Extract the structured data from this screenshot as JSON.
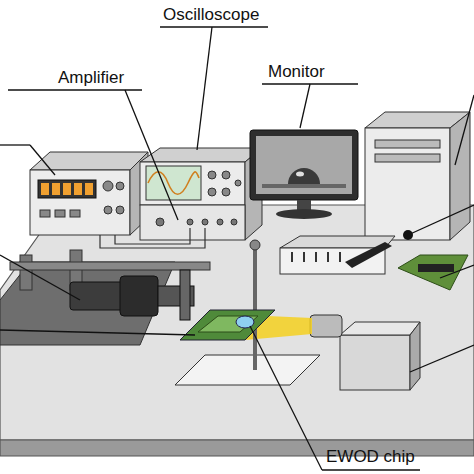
{
  "diagram": {
    "labels": [
      "Oscilloscope",
      "Amplifier",
      "Monitor",
      "EWOD chip"
    ]
  }
}
